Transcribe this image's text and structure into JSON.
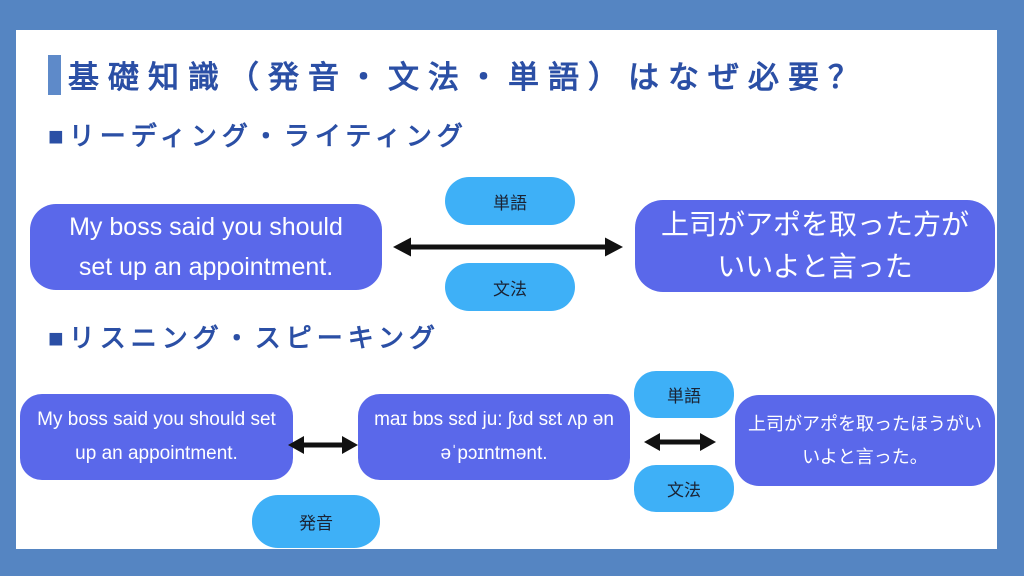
{
  "title": {
    "text": "基礎知識（発音・文法・単語）はなぜ必要？"
  },
  "reading": {
    "marker": "■",
    "heading": "リーディング・ライティング",
    "english_sentence": "My boss said you should\nset up an appointment.",
    "japanese_sentence": "上司がアポを取った方が\nいいよと言った",
    "word_pill": "単語",
    "grammar_pill": "文法"
  },
  "listening": {
    "marker": "■",
    "heading": "リスニング・スピーキング",
    "english_sentence": "My boss said you should set\nup an appointment.",
    "ipa_sentence": "maɪ bɒs sɛd ju: ʃʊd sɛt ʌp ən\nəˈpɔɪntmənt.",
    "japanese_sentence": "上司がアポを取ったほうがい\nいよと言った。",
    "word_pill": "単語",
    "grammar_pill": "文法",
    "pronunciation_pill": "発音"
  },
  "colors": {
    "frame": "#5585C2",
    "accent_bar": "#5E8AC9",
    "heading_text": "#2B4FA5",
    "sentence_box": "#5A68EA",
    "label_pill": "#3EB0F7",
    "pill_text": "#1A2233",
    "arrow": "#111111"
  }
}
